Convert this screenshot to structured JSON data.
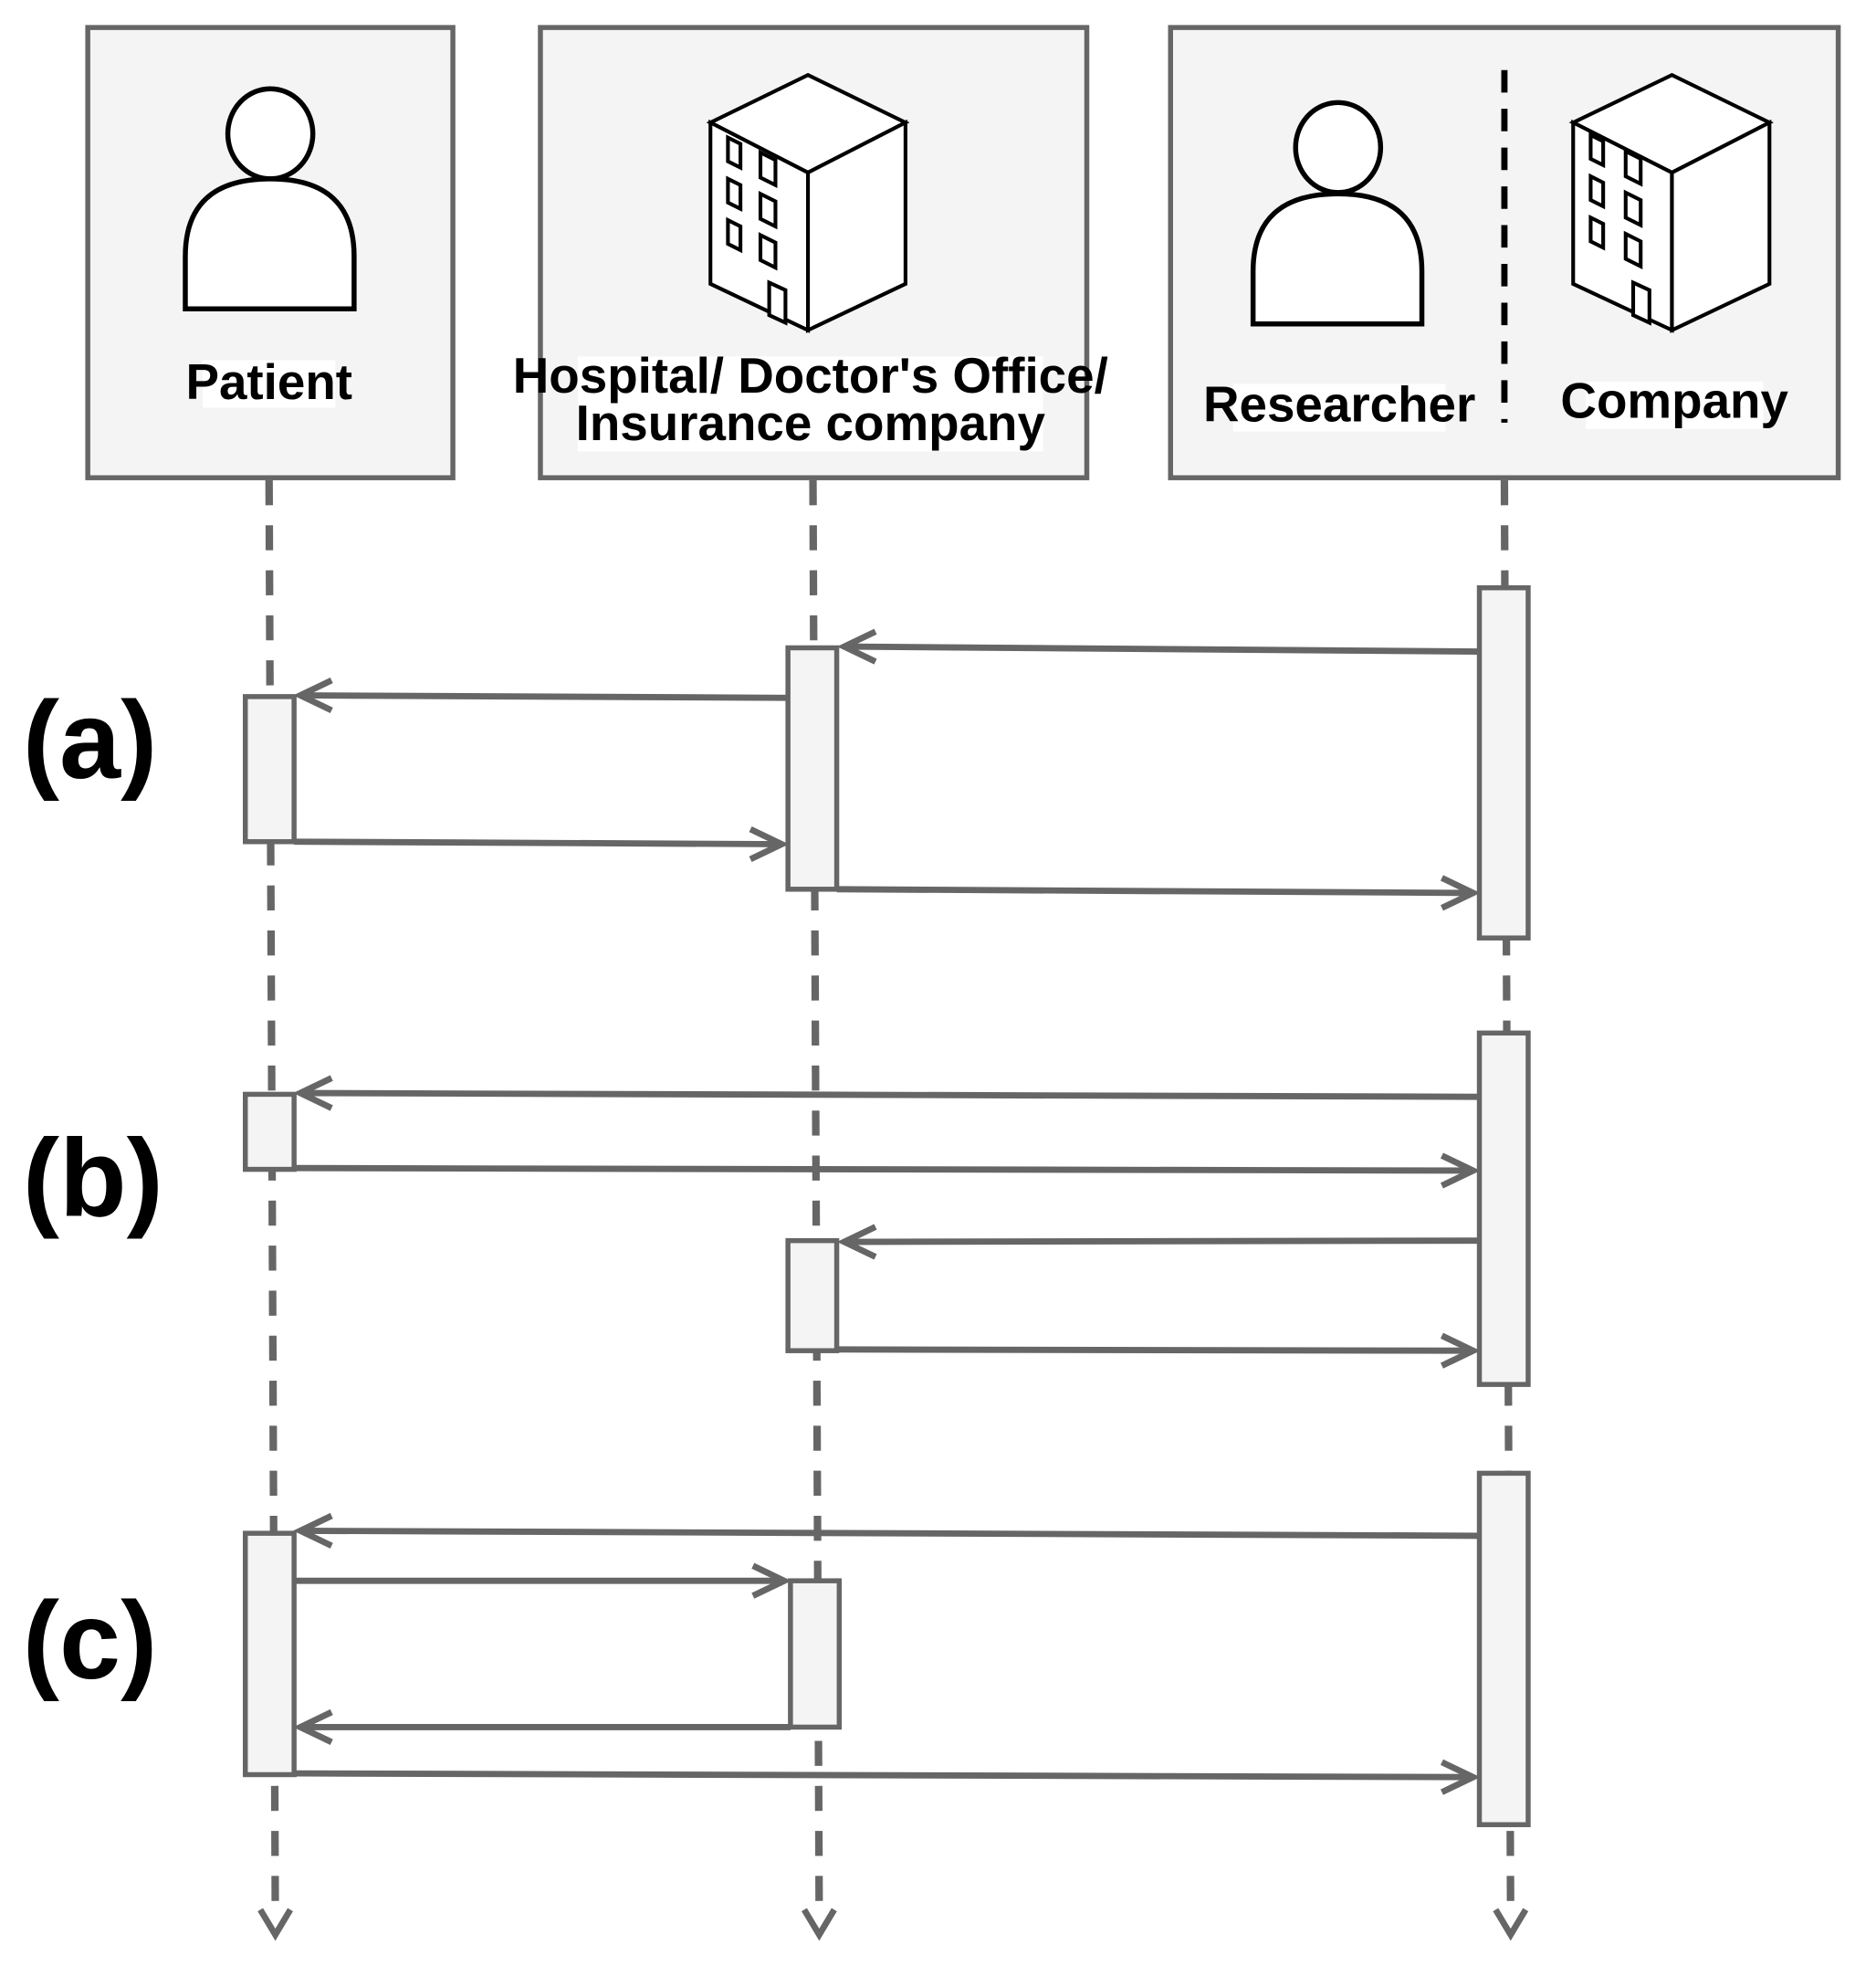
{
  "actors": {
    "patient": {
      "label": "Patient",
      "icon": "person-icon"
    },
    "hospital": {
      "label_line1": "Hospital/ Doctor's Office/",
      "label_line2": "Insurance company",
      "icon": "building-icon"
    },
    "researcher_company": {
      "researcher_label": "Researcher",
      "company_label": "Company",
      "researcher_icon": "person-icon",
      "company_icon": "building-icon"
    }
  },
  "phases": [
    {
      "id": "a",
      "label": "(a)"
    },
    {
      "id": "b",
      "label": "(b)"
    },
    {
      "id": "c",
      "label": "(c)"
    }
  ],
  "messages": [
    {
      "phase": "a",
      "from": "researcher_company",
      "to": "hospital"
    },
    {
      "phase": "a",
      "from": "hospital",
      "to": "patient"
    },
    {
      "phase": "a",
      "from": "patient",
      "to": "hospital"
    },
    {
      "phase": "a",
      "from": "hospital",
      "to": "researcher_company"
    },
    {
      "phase": "b",
      "from": "researcher_company",
      "to": "patient"
    },
    {
      "phase": "b",
      "from": "patient",
      "to": "researcher_company"
    },
    {
      "phase": "b",
      "from": "researcher_company",
      "to": "hospital"
    },
    {
      "phase": "b",
      "from": "hospital",
      "to": "researcher_company"
    },
    {
      "phase": "c",
      "from": "researcher_company",
      "to": "patient"
    },
    {
      "phase": "c",
      "from": "patient",
      "to": "hospital"
    },
    {
      "phase": "c",
      "from": "hospital",
      "to": "patient"
    },
    {
      "phase": "c",
      "from": "patient",
      "to": "researcher_company"
    }
  ],
  "colors": {
    "box_fill": "#f4f4f4",
    "line": "#666666",
    "icon_stroke": "#000000",
    "text": "#000000"
  }
}
